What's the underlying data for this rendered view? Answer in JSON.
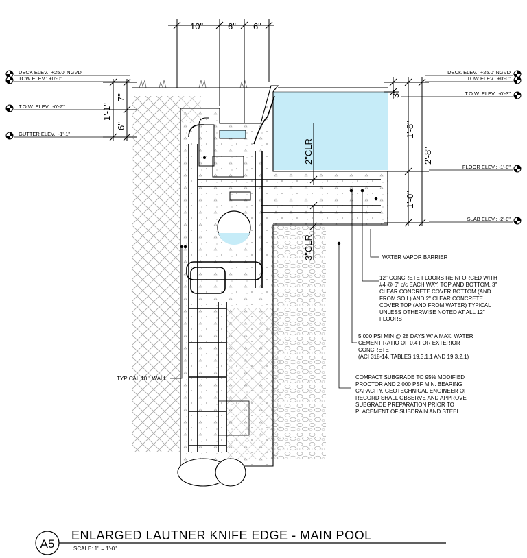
{
  "dimensions_top": [
    "10\"",
    "6\"",
    "6\""
  ],
  "dimensions_left": [
    "1'-1\"",
    "7\"",
    "6\""
  ],
  "dimensions_right": [
    "3\"",
    "1'-8\"",
    "2'-8\"",
    "1'-0\""
  ],
  "clearances": [
    "2\"CLR",
    "3\"CLR"
  ],
  "elevations_left": {
    "deck": "DECK ELEV.: +25.0' NGVD",
    "tow_top": "TOW ELEV.: +0'-0\"",
    "tow": "T.O.W. ELEV.: -0'-7\"",
    "gutter": "GUTTER ELEV.: -1'-1\""
  },
  "elevations_right": {
    "deck": "DECK ELEV.: +25.0' NGVD",
    "tow_top": "TOW ELEV.: +0'-0\"",
    "tow": "T.O.W. ELEV.: -0'-3\"",
    "floor": "FLOOR ELEV.: -1'-8\"",
    "slab": "SLAB ELEV.: -2'-8\""
  },
  "notes": {
    "vapor": "WATER VAPOR BARRIER",
    "floors": [
      "12\" CONCRETE FLOORS REINFORCED WITH",
      "#4 @ 6\" c/c EACH WAY, TOP AND BOTTOM. 3\"",
      "CLEAR CONCRETE COVER BOTTOM (AND",
      "FROM SOIL) AND 2\" CLEAR CONCRETE",
      "COVER TOP (AND FROM WATER) TYPICAL",
      "UNLESS OTHERWISE NOTED AT ALL 12\"",
      "FLOORS"
    ],
    "psi": [
      "5,000 PSI MIN @ 28 DAYS W/ A MAX. WATER",
      "CEMENT RATIO OF 0.4 FOR EXTERIOR",
      "CONCRETE",
      "(ACI 318-14, TABLES 19.3.1.1 AND 19.3.2.1)"
    ],
    "subgrade": [
      "COMPACT SUBGRADE TO 95% MODIFIED",
      "PROCTOR AND 2,000 PSF MIN. BEARING",
      "CAPACITY. GEOTECHNICAL ENGINEER OF",
      "RECORD SHALL OBSERVE AND APPROVE",
      "SUBGRADE PREPARATION PRIOR TO",
      "PLACEMENT OF SUBDRAIN AND STEEL"
    ],
    "wall": "TYPICAL 10 \" WALL"
  },
  "title_block": {
    "tag": "A5",
    "title": "ENLARGED LAUTNER KNIFE EDGE - MAIN POOL",
    "scale": "SCALE: 1\" = 1'-0\""
  },
  "colors": {
    "water": "#c6ecf8",
    "line": "#000000",
    "hatch": "#8a8a8a"
  }
}
